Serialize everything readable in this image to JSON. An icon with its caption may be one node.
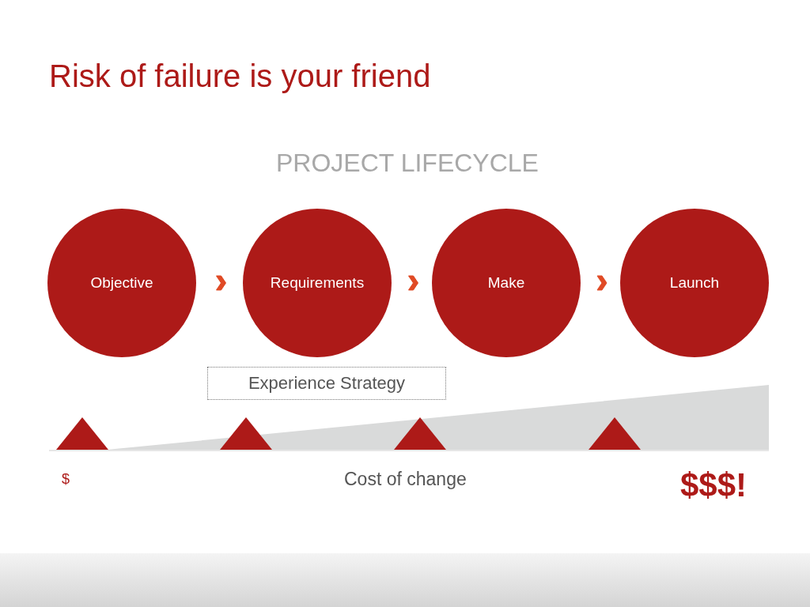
{
  "diagram": {
    "title": "Risk of failure is your friend",
    "nodes": [
      {
        "text": [
          "Objective"
        ]
      },
      {
        "text": [
          "Requirements"
        ]
      },
      {
        "text": [
          "Make"
        ]
      },
      {
        "text": [
          "Launch"
        ]
      },
      {
        "text": [
          "Experience Strategy"
        ]
      }
    ],
    "edges": [
      {
        "from": 0,
        "to": 1,
        "arrow": "to"
      },
      {
        "from": 1,
        "to": 2,
        "arrow": "to"
      },
      {
        "from": 2,
        "to": 3,
        "arrow": "to"
      }
    ],
    "labels": [
      "PROJECT LIFECYCLE",
      "$",
      "Cost of change",
      "$$$!"
    ]
  }
}
